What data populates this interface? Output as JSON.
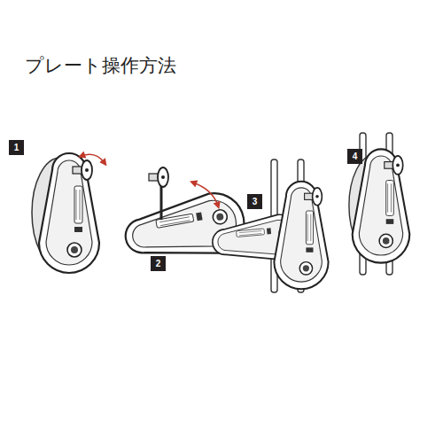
{
  "diagram": {
    "title": "プレート操作方法",
    "nodes": [
      {
        "text": [
          "1"
        ]
      },
      {
        "text": [
          "2"
        ]
      },
      {
        "text": [
          "3"
        ]
      },
      {
        "text": [
          "4"
        ]
      }
    ]
  }
}
